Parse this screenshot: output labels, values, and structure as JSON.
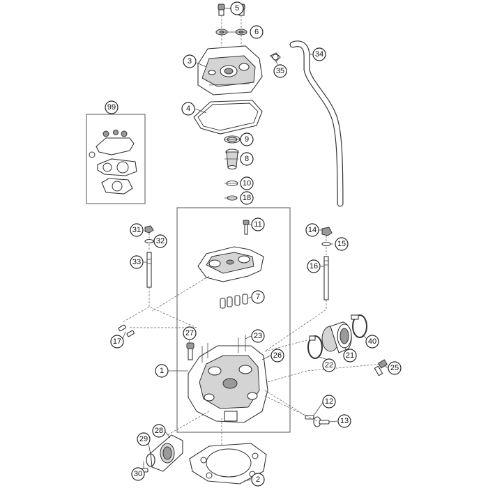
{
  "callouts": [
    {
      "id": "5",
      "label": "5"
    },
    {
      "id": "6",
      "label": "6"
    },
    {
      "id": "3",
      "label": "3"
    },
    {
      "id": "34",
      "label": "34"
    },
    {
      "id": "35",
      "label": "35"
    },
    {
      "id": "99",
      "label": "99"
    },
    {
      "id": "4",
      "label": "4"
    },
    {
      "id": "9",
      "label": "9"
    },
    {
      "id": "8",
      "label": "8"
    },
    {
      "id": "10",
      "label": "10"
    },
    {
      "id": "18",
      "label": "18"
    },
    {
      "id": "11",
      "label": "11"
    },
    {
      "id": "31",
      "label": "31"
    },
    {
      "id": "32",
      "label": "32"
    },
    {
      "id": "33",
      "label": "33"
    },
    {
      "id": "14",
      "label": "14"
    },
    {
      "id": "15",
      "label": "15"
    },
    {
      "id": "16",
      "label": "16"
    },
    {
      "id": "7",
      "label": "7"
    },
    {
      "id": "17",
      "label": "17"
    },
    {
      "id": "27",
      "label": "27"
    },
    {
      "id": "23",
      "label": "23"
    },
    {
      "id": "40",
      "label": "40"
    },
    {
      "id": "26",
      "label": "26"
    },
    {
      "id": "21",
      "label": "21"
    },
    {
      "id": "22",
      "label": "22"
    },
    {
      "id": "25",
      "label": "25"
    },
    {
      "id": "1",
      "label": "1"
    },
    {
      "id": "12",
      "label": "12"
    },
    {
      "id": "13",
      "label": "13"
    },
    {
      "id": "28",
      "label": "28"
    },
    {
      "id": "29",
      "label": "29"
    },
    {
      "id": "30",
      "label": "30"
    },
    {
      "id": "2",
      "label": "2"
    }
  ]
}
